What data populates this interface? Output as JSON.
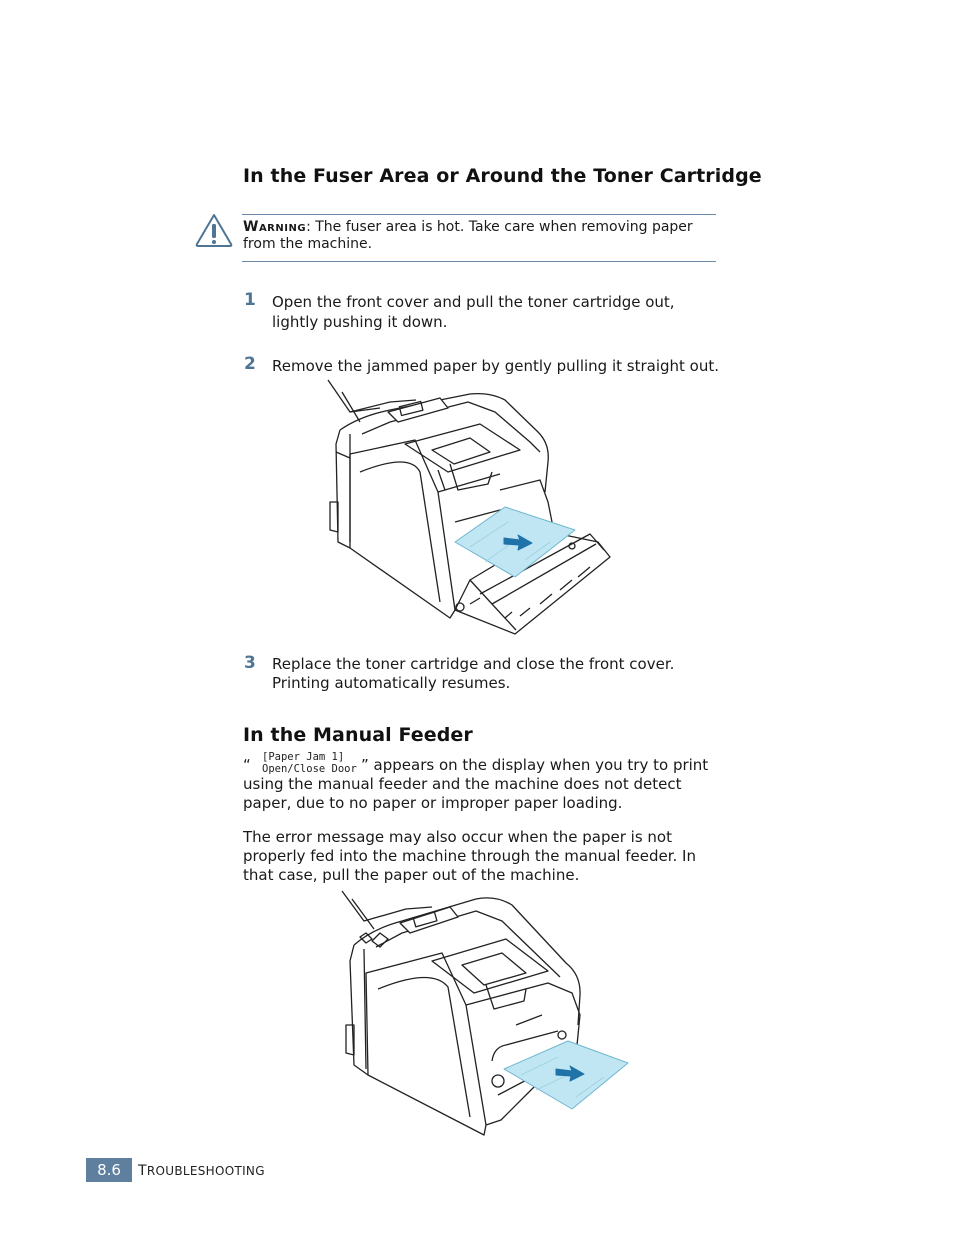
{
  "section1": {
    "title": "In the Fuser Area or Around the Toner Cartridge",
    "warning_label": "Warning",
    "warning_text": ": The fuser area is hot. Take care when removing paper from the machine.",
    "steps": [
      {
        "number": "1",
        "text": "Open the front cover and pull the toner cartridge out, lightly pushing it down."
      },
      {
        "number": "2",
        "text": "Remove the jammed paper by gently pulling it straight out."
      },
      {
        "number": "3",
        "text": "Replace the toner cartridge and close the front cover. Printing automatically resumes."
      }
    ]
  },
  "section2": {
    "title": "In the Manual Feeder",
    "open_quote": "“",
    "lcd_line1": "[Paper Jam 1]",
    "lcd_line2": "Open/Close Door",
    "para1_rest": "” appears on the display when you try to print using the manual feeder and the machine does not detect paper, due to no paper or improper paper loading.",
    "para2": "The error message may also occur when the paper is not properly fed into the machine through the manual feeder. In that case, pull the paper out of the machine."
  },
  "footer": {
    "page_number": "8.6",
    "chapter_initial": "T",
    "chapter_rest": "ROUBLESHOOTING"
  },
  "colors": {
    "accent": "#5f7f9e",
    "step_number": "#4f7595",
    "paper": "#bfe6f2",
    "arrow": "#1f73a8"
  },
  "icons": [
    "warning-triangle-icon"
  ]
}
